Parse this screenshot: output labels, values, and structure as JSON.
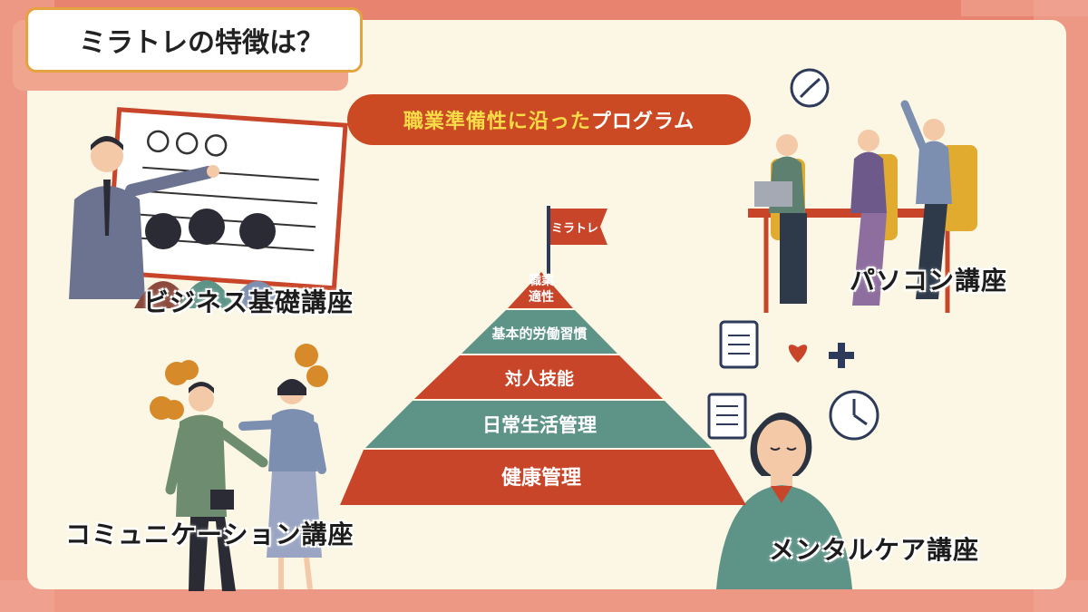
{
  "header": {
    "title": "ミラトレの特徴は？"
  },
  "program_pill": {
    "highlight": "職業準備性に沿った",
    "rest": "プログラム"
  },
  "flag": {
    "text": "ミラトレ"
  },
  "pyramid": {
    "levels": [
      {
        "line1": "職業",
        "line2": "適性",
        "color": "#c9452a"
      },
      {
        "label": "基本的労働習慣",
        "color": "#5e9488"
      },
      {
        "label": "対人技能",
        "color": "#c9452a"
      },
      {
        "label": "日常生活管理",
        "color": "#5e9488"
      },
      {
        "label": "健康管理",
        "color": "#c9452a"
      }
    ]
  },
  "courses": {
    "business": "ビジネス基礎講座",
    "pc": "パソコン講座",
    "communication": "コミュニケーション講座",
    "mental": "メンタルケア講座"
  },
  "colors": {
    "background": "#e7836f",
    "panel": "#fbf7e4",
    "accent_red": "#c9452a",
    "accent_teal": "#5e9488",
    "pill_highlight": "#f7dc48",
    "title_border": "#e5a340"
  },
  "illustrations": {
    "business": "presentation-whiteboard-illustration",
    "pc": "office-meeting-laptops-illustration",
    "communication": "two-people-talking-illustration",
    "mental": "relaxed-woman-clock-heart-illustration"
  }
}
